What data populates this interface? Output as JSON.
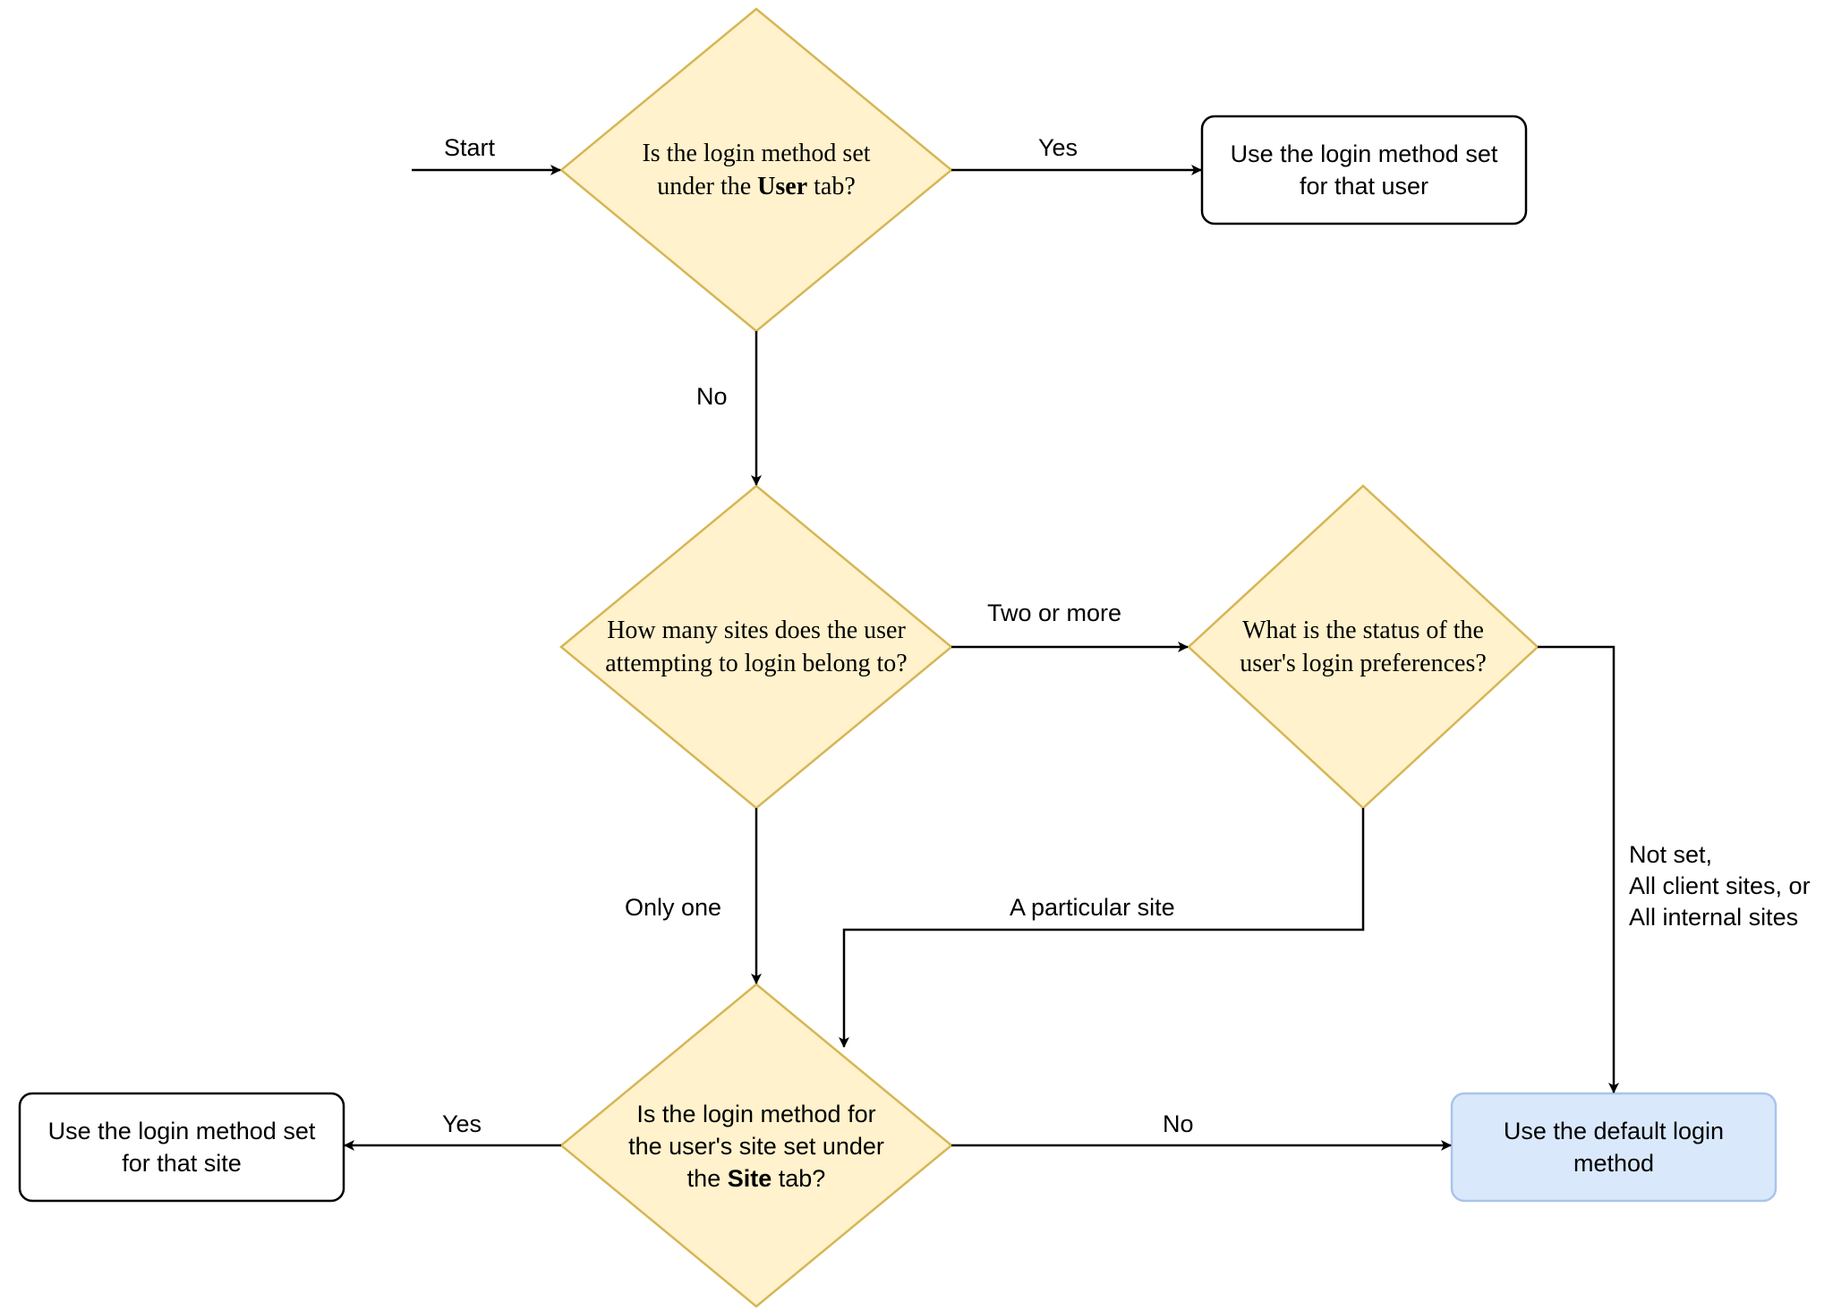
{
  "colors": {
    "decision_fill": "#fff2cc",
    "decision_stroke": "#d6b656",
    "default_fill": "#dae8fc",
    "default_stroke": "#a9c4eb",
    "box_stroke": "#000000",
    "edge": "#000000"
  },
  "nodes": {
    "q_user": {
      "line1": "Is the login method set",
      "line2_pre": "under the ",
      "line2_bold": "User",
      "line2_post": " tab?"
    },
    "use_user": {
      "line1": "Use the login method set",
      "line2": "for that user"
    },
    "q_sites": {
      "line1": "How many sites does the user",
      "line2": "attempting to login belong to?"
    },
    "q_status": {
      "line1": "What is the status of the",
      "line2": "user's login preferences?"
    },
    "q_site_tab": {
      "line1": "Is the login method for",
      "line2": "the user's site set under",
      "line3_pre": "the ",
      "line3_bold": "Site",
      "line3_post": " tab?"
    },
    "use_site": {
      "line1": "Use the login method set",
      "line2": "for that site"
    },
    "use_default": {
      "line1": "Use the default login",
      "line2": "method"
    }
  },
  "edges": {
    "start": "Start",
    "yes_user": "Yes",
    "no_user": "No",
    "two_or_more": "Two or more",
    "only_one": "Only one",
    "particular_site": "A particular site",
    "not_set_line1": "Not set,",
    "not_set_line2": "All client sites, or",
    "not_set_line3": "All internal sites",
    "yes_site": "Yes",
    "no_site": "No"
  }
}
